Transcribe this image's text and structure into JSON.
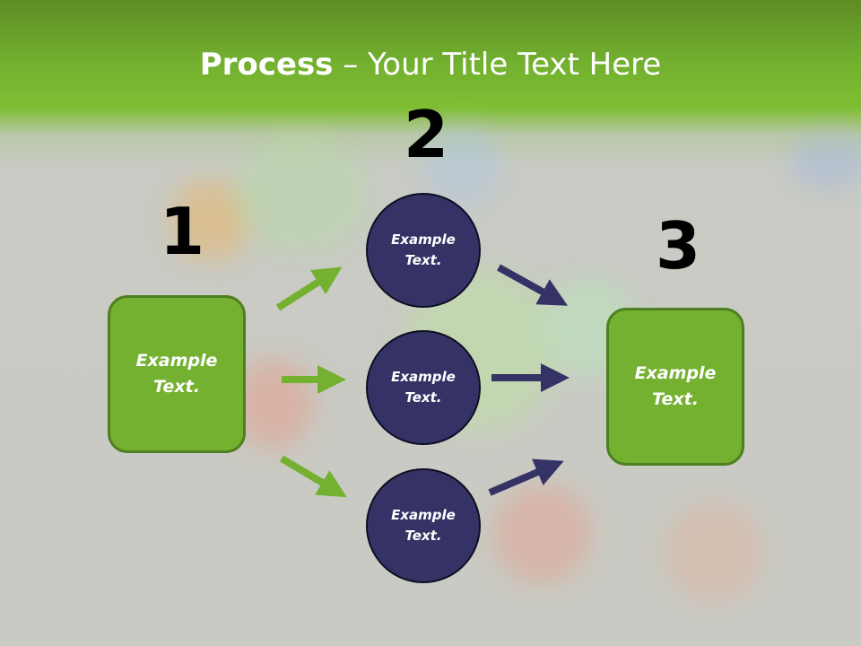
{
  "slide": {
    "title_bold": "Process",
    "title_rest": " – Your Title Text Here"
  },
  "steps": {
    "one": "1",
    "two": "2",
    "three": "3"
  },
  "nodes": {
    "left_box": "Example\nText.",
    "circle_top": "Example\nText.",
    "circle_middle": "Example\nText.",
    "circle_bottom": "Example\nText.",
    "right_box": "Example\nText."
  },
  "colors": {
    "green": "#74b130",
    "navy": "#353365"
  }
}
